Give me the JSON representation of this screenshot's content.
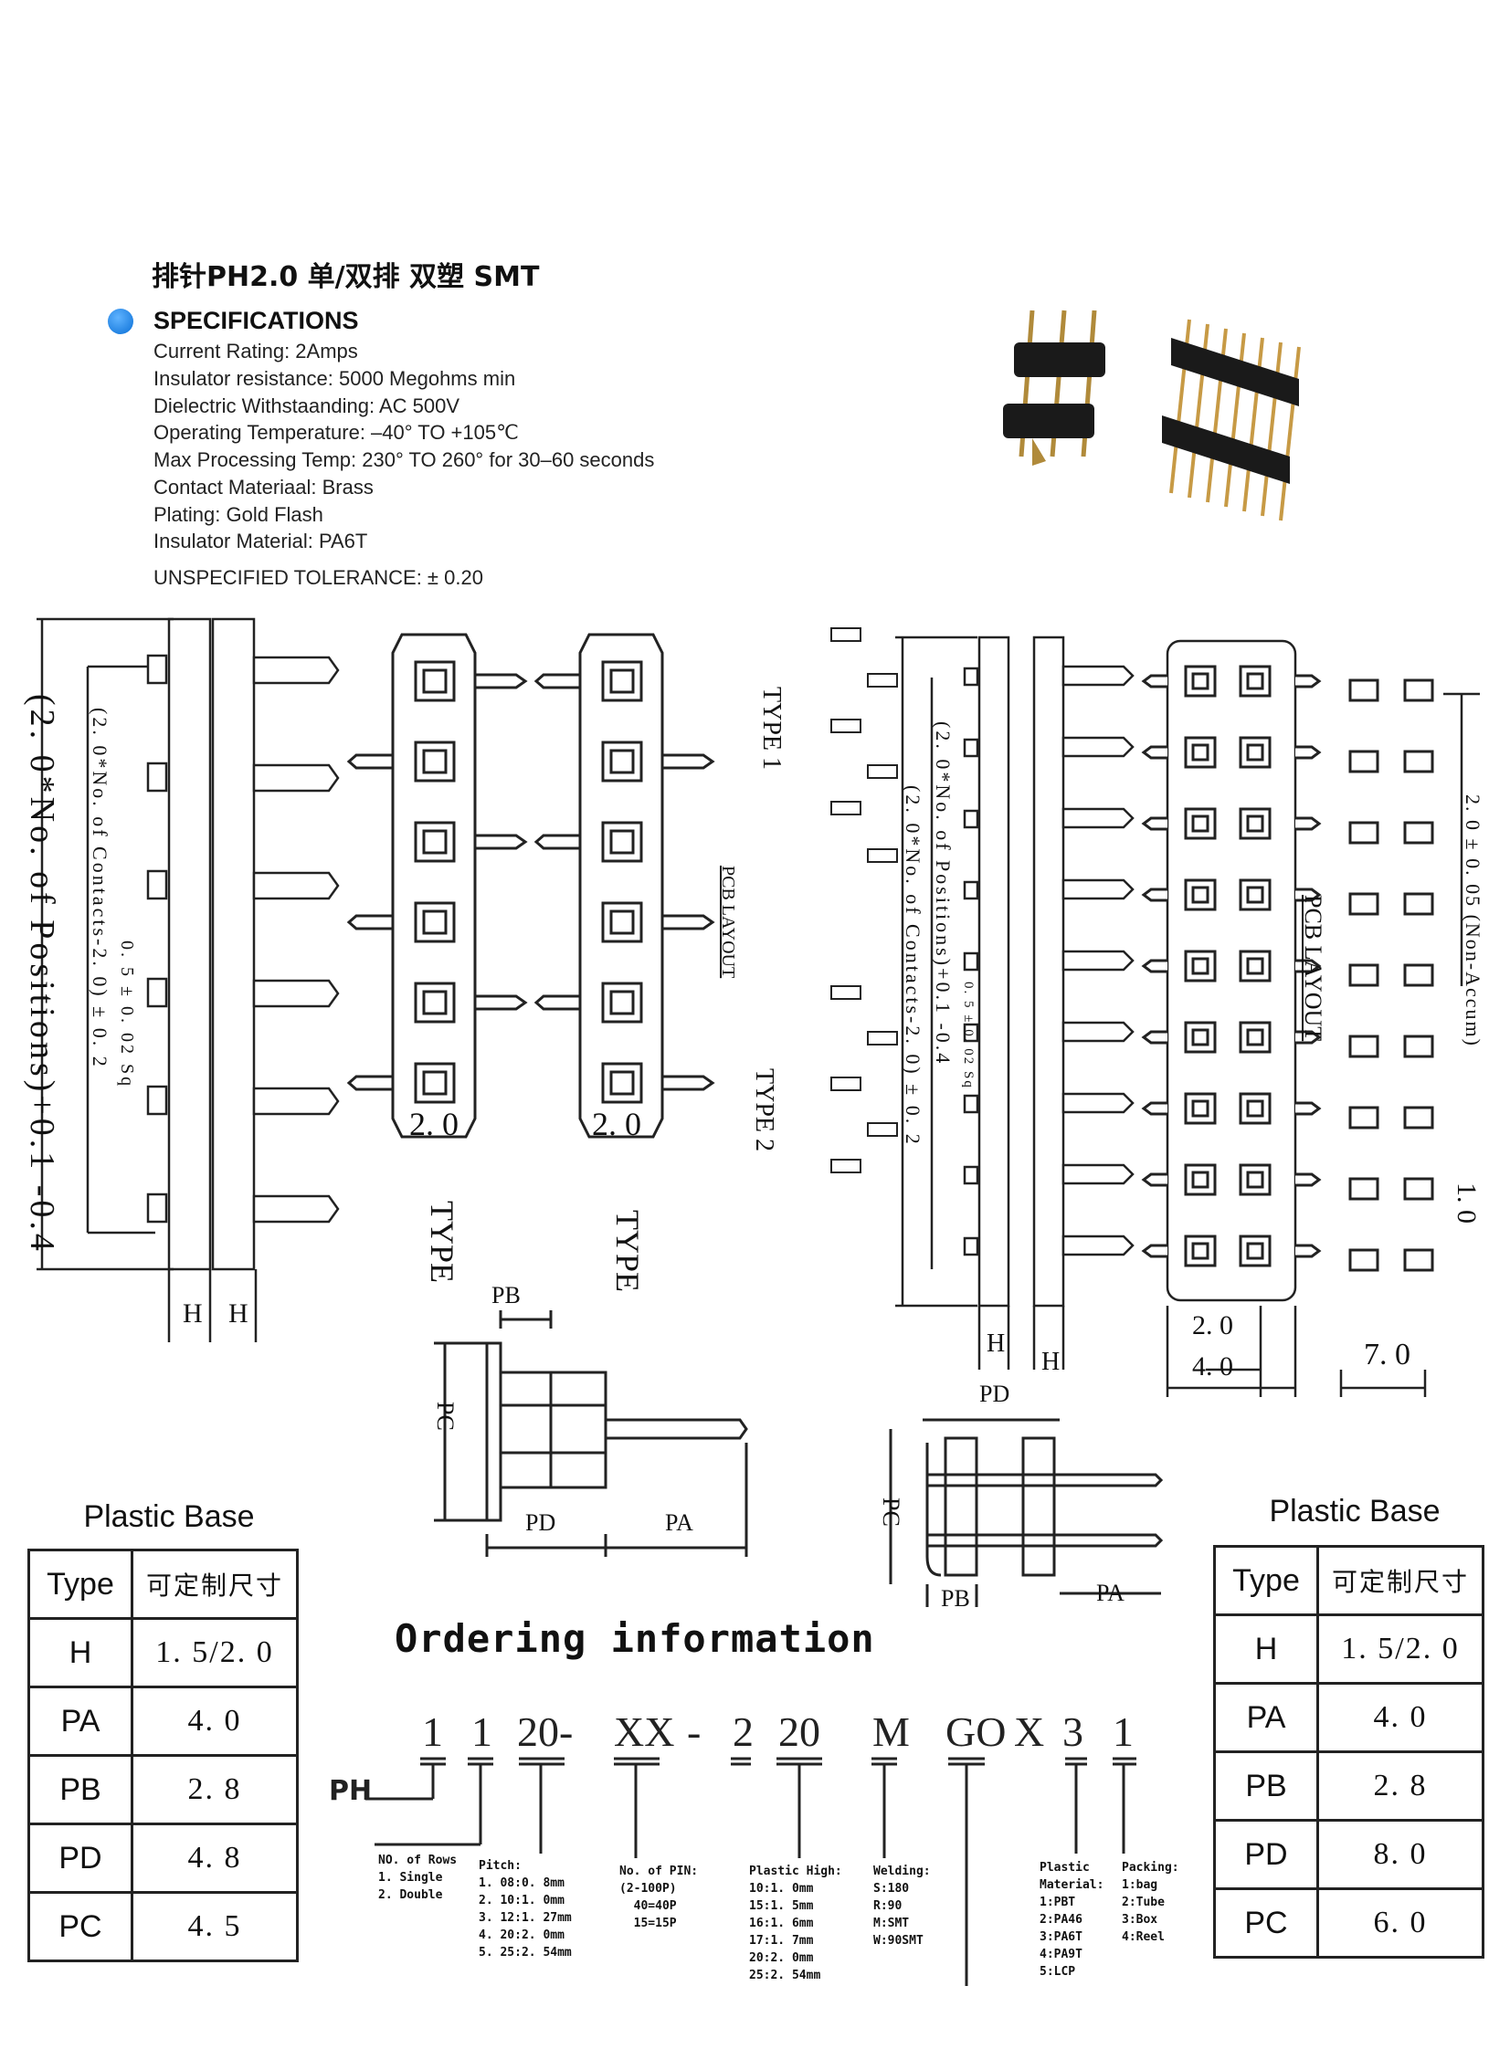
{
  "title": "排针PH2.0 单/双排 双塑 SMT",
  "specs": {
    "heading": "SPECIFICATIONS",
    "lines": [
      "Current Rating: 2Amps",
      "Insulator resistance: 5000 Megohms min",
      "Dielectric Withstaanding: AC 500V",
      "Operating Temperature: –40°  TO +105℃",
      "Max Processing Temp: 230°  TO 260°  for 30–60 seconds",
      "Contact Materiaal: Brass",
      "Plating: Gold Flash",
      "Insulator Material: PA6T"
    ],
    "tolerance": "UNSPECIFIED TOLERANCE:  ± 0.20"
  },
  "drawing": {
    "left": {
      "positions_dim": "(2. 0*No. of Positions)+0.1 -0.4",
      "contacts_dim": "(2. 0*No. of Contacts-2. 0) ± 0. 2",
      "pin_dim": "0. 5 ± 0. 02 Sq",
      "h1": "H",
      "h2": "H",
      "pitch1": "2. 0",
      "pitch2": "2. 0",
      "type_a": "TYPE",
      "type_b": "TYPE",
      "type1": "TYPE 1",
      "type2": "TYPE 2",
      "pcb_layout": "PCB LAYOUT"
    },
    "right": {
      "positions_dim": "(2. 0*No. of Positions)+0.1 -0.4",
      "contacts_dim": "(2. 0*No. of Contacts-2. 0) ± 0. 2",
      "pin_dim": "0. 5 ± 0. 02 Sq",
      "h1": "H",
      "h2": "H",
      "pitch": "2. 0",
      "width": "4. 0",
      "pcb_layout": "PCB LAYOUT",
      "non_accum": "2. 0 ± 0. 05 (Non-Accum)",
      "spacing": "1. 0",
      "pcb_width": "7. 0"
    },
    "side_single": {
      "pb": "PB",
      "pc": "PC",
      "pd": "PD",
      "pa": "PA"
    },
    "side_double": {
      "pd": "PD",
      "pc": "PC",
      "pb": "PB",
      "pa": "PA"
    }
  },
  "table_left": {
    "caption": "Plastic Base",
    "header": [
      "Type",
      "可定制尺寸"
    ],
    "rows": [
      [
        "H",
        "1. 5/2. 0"
      ],
      [
        "PA",
        "4. 0"
      ],
      [
        "PB",
        "2. 8"
      ],
      [
        "PD",
        "4. 8"
      ],
      [
        "PC",
        "4. 5"
      ]
    ]
  },
  "table_right": {
    "caption": "Plastic Base",
    "header": [
      "Type",
      "可定制尺寸"
    ],
    "rows": [
      [
        "H",
        "1. 5/2. 0"
      ],
      [
        "PA",
        "4. 0"
      ],
      [
        "PB",
        "2. 8"
      ],
      [
        "PD",
        "8. 0"
      ],
      [
        "PC",
        "6. 0"
      ]
    ]
  },
  "ordering": {
    "title": "Ordering information",
    "prefix": "PH",
    "parts": [
      "1",
      "1",
      "20-",
      "XX",
      "-",
      "2",
      "20",
      "M",
      "GO",
      "X",
      "3",
      "1"
    ],
    "legends": {
      "rows": "NO. of Rows\n1. Single\n2. Double",
      "pitch": "Pitch:\n1. 08:0. 8mm\n2. 10:1. 0mm\n3. 12:1. 27mm\n4. 20:2. 0mm\n5. 25:2. 54mm",
      "pins": "No. of PIN:\n(2-100P)\n  40=40P\n  15=15P",
      "high": "Plastic High:\n10:1. 0mm\n15:1. 5mm\n16:1. 6mm\n17:1. 7mm\n20:2. 0mm\n25:2. 54mm",
      "welding": "Welding:\nS:180\nR:90\nM:SMT\nW:90SMT",
      "material": "Plastic\nMaterial:\n1:PBT\n2:PA46\n3:PA6T\n4:PA9T\n5:LCP",
      "packing": "Packing:\n1:bag\n2:Tube\n3:Box\n4:Reel"
    }
  }
}
